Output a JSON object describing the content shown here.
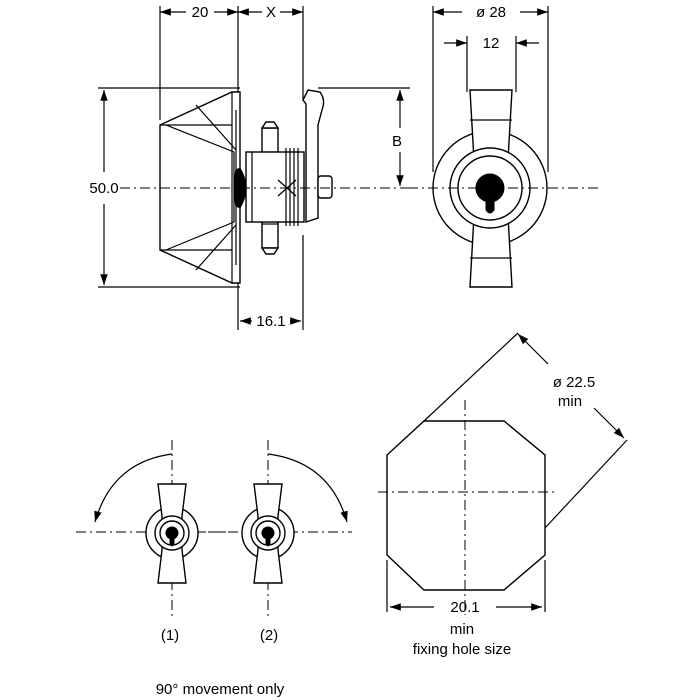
{
  "colors": {
    "ink": "#000000",
    "background": "#ffffff"
  },
  "dimensions": {
    "top_width_20": "20",
    "top_x": "X",
    "diameter_28": "ø 28",
    "width_12": "12",
    "height_b": "B",
    "height_50": "50.0",
    "depth_16_1": "16.1",
    "diameter_22_5": "ø 22.5",
    "diameter_22_5_min": "min",
    "hole_20_1": "20.1",
    "hole_min": "min",
    "hole_caption": "fixing hole size"
  },
  "labels": {
    "position_1": "(1)",
    "position_2": "(2)",
    "movement_note": "90° movement only"
  }
}
